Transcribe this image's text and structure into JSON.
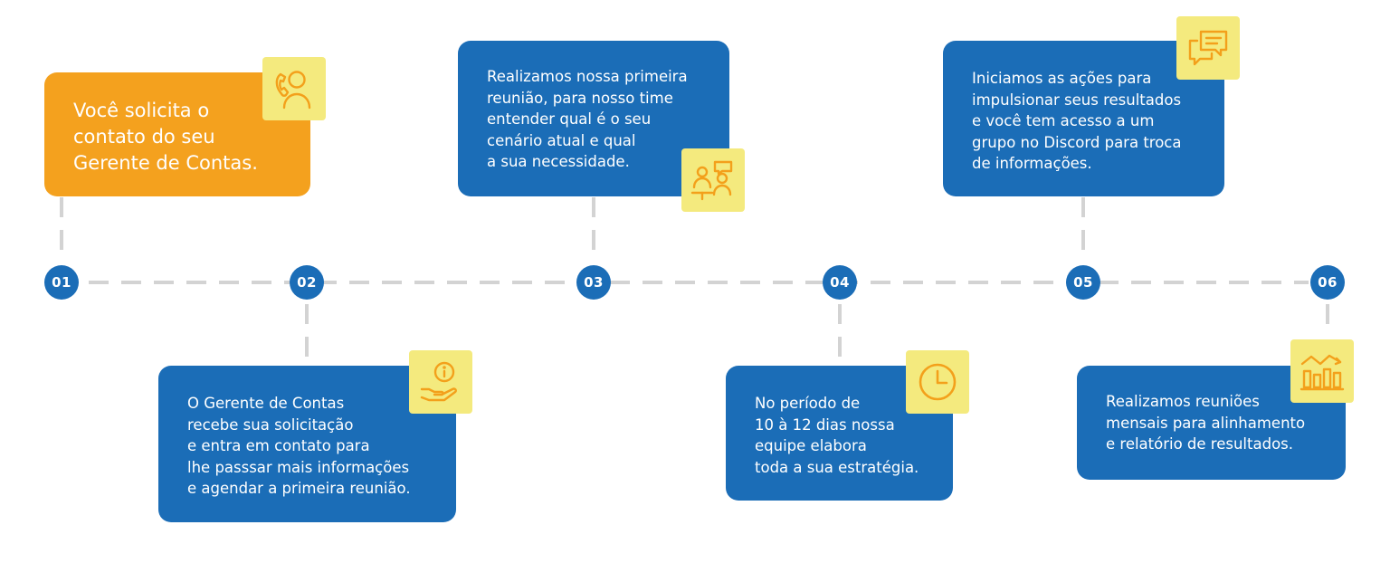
{
  "colors": {
    "blue": "#1b6db7",
    "orange": "#f4a11e",
    "icon_bg": "#f4ea7e",
    "icon_stroke": "#f3a01b",
    "connector": "#d3d3d3"
  },
  "steps": [
    {
      "number": "01",
      "text": "Você solicita o\ncontato do seu\nGerente de Contas.",
      "icon": "phone-person-icon"
    },
    {
      "number": "02",
      "text": "O Gerente de Contas\nrecebe sua solicitação\ne entra em contato para\nlhe passsar mais informações\ne agendar a primeira reunião.",
      "icon": "hand-info-icon"
    },
    {
      "number": "03",
      "text": "Realizamos nossa primeira\nreunião, para nosso time\nentender qual é o seu\ncenário atual e qual\na sua necessidade.",
      "icon": "meeting-people-icon"
    },
    {
      "number": "04",
      "text": "No período de\n10 à 12 dias nossa\nequipe elabora\ntoda a sua estratégia.",
      "icon": "clock-icon"
    },
    {
      "number": "05",
      "text": "Iniciamos as ações para\nimpulsionar seus resultados\ne você tem acesso a um\ngrupo no Discord para troca\nde informações.",
      "icon": "chat-bubbles-icon"
    },
    {
      "number": "06",
      "text": "Realizamos reuniões\nmensais para alinhamento\ne relatório de resultados.",
      "icon": "bar-chart-icon"
    }
  ]
}
